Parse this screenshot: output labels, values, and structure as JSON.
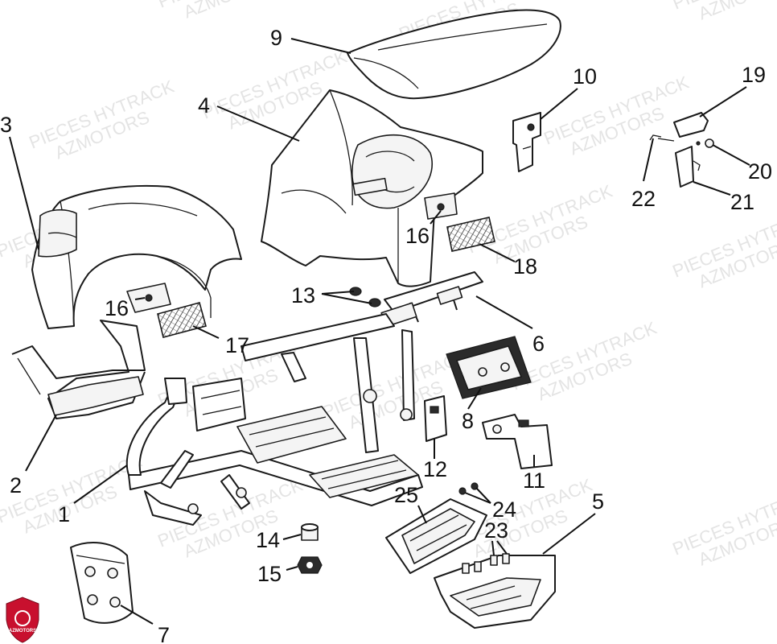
{
  "watermark": {
    "line1": "PIECES HYTRACK",
    "line2": "AZMOTORS"
  },
  "logo": {
    "text": "AZMOTORS",
    "color": "#c8102e"
  },
  "callouts": [
    {
      "num": "1",
      "part": "frame"
    },
    {
      "num": "2",
      "part": "front-footrest-left"
    },
    {
      "num": "3",
      "part": "front-fender"
    },
    {
      "num": "4",
      "part": "rear-fender"
    },
    {
      "num": "5",
      "part": "footrest-right"
    },
    {
      "num": "6",
      "part": "rear-rack"
    },
    {
      "num": "7",
      "part": "front-skid-plate"
    },
    {
      "num": "8",
      "part": "side-panel"
    },
    {
      "num": "9",
      "part": "seat"
    },
    {
      "num": "10",
      "part": "bracket"
    },
    {
      "num": "11",
      "part": "bracket-plate"
    },
    {
      "num": "12",
      "part": "small-bracket"
    },
    {
      "num": "13",
      "part": "nuts"
    },
    {
      "num": "14",
      "part": "spacer"
    },
    {
      "num": "15",
      "part": "nut"
    },
    {
      "num": "16",
      "part": "mount-plate"
    },
    {
      "num": "16",
      "part": "mount-plate-rear"
    },
    {
      "num": "17",
      "part": "reflector-front"
    },
    {
      "num": "18",
      "part": "reflector-rear"
    },
    {
      "num": "19",
      "part": "latch"
    },
    {
      "num": "20",
      "part": "washer"
    },
    {
      "num": "21",
      "part": "latch-plate"
    },
    {
      "num": "22",
      "part": "pin"
    },
    {
      "num": "23",
      "part": "bolts"
    },
    {
      "num": "24",
      "part": "screws"
    },
    {
      "num": "25",
      "part": "tool-tray"
    }
  ]
}
